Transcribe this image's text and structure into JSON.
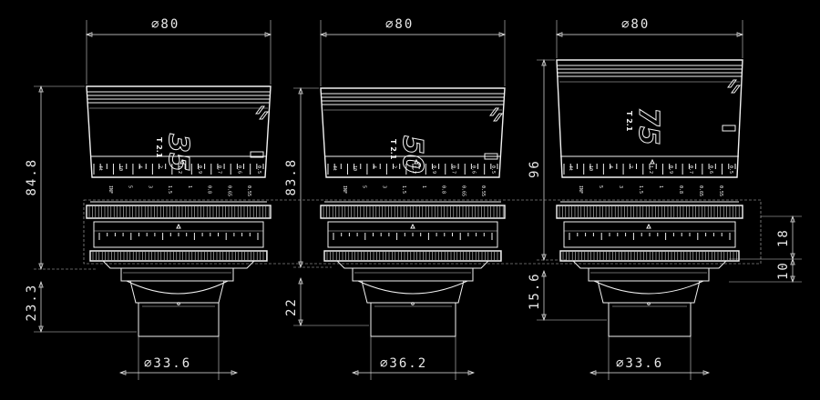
{
  "diameter_symbol": "⌀",
  "lenses": [
    {
      "id": "35",
      "focal_label": "35",
      "t_stop": "T 2.1",
      "front_diameter": "80",
      "rear_diameter": "33.6",
      "body_length": "84.8",
      "mount_length": "23.3"
    },
    {
      "id": "50",
      "focal_label": "50",
      "t_stop": "T 2.1",
      "front_diameter": "80",
      "rear_diameter": "36.2",
      "body_length": "83.8",
      "mount_length": "22"
    },
    {
      "id": "75",
      "focal_label": "75",
      "t_stop": "T 2.1",
      "front_diameter": "80",
      "rear_diameter": "33.6",
      "body_length": "96",
      "mount_length": "15.6"
    }
  ],
  "ring_dims": {
    "gear_to_rear": "18",
    "rear_ring": "10"
  },
  "scale_labels": [
    "ft",
    "INF",
    "10",
    "5",
    "4",
    "3",
    "2",
    "1.5",
    "1.2",
    "1",
    "0.9",
    "0.8",
    "0.7",
    "0.65",
    "0.6",
    "0.55",
    "0.5"
  ]
}
